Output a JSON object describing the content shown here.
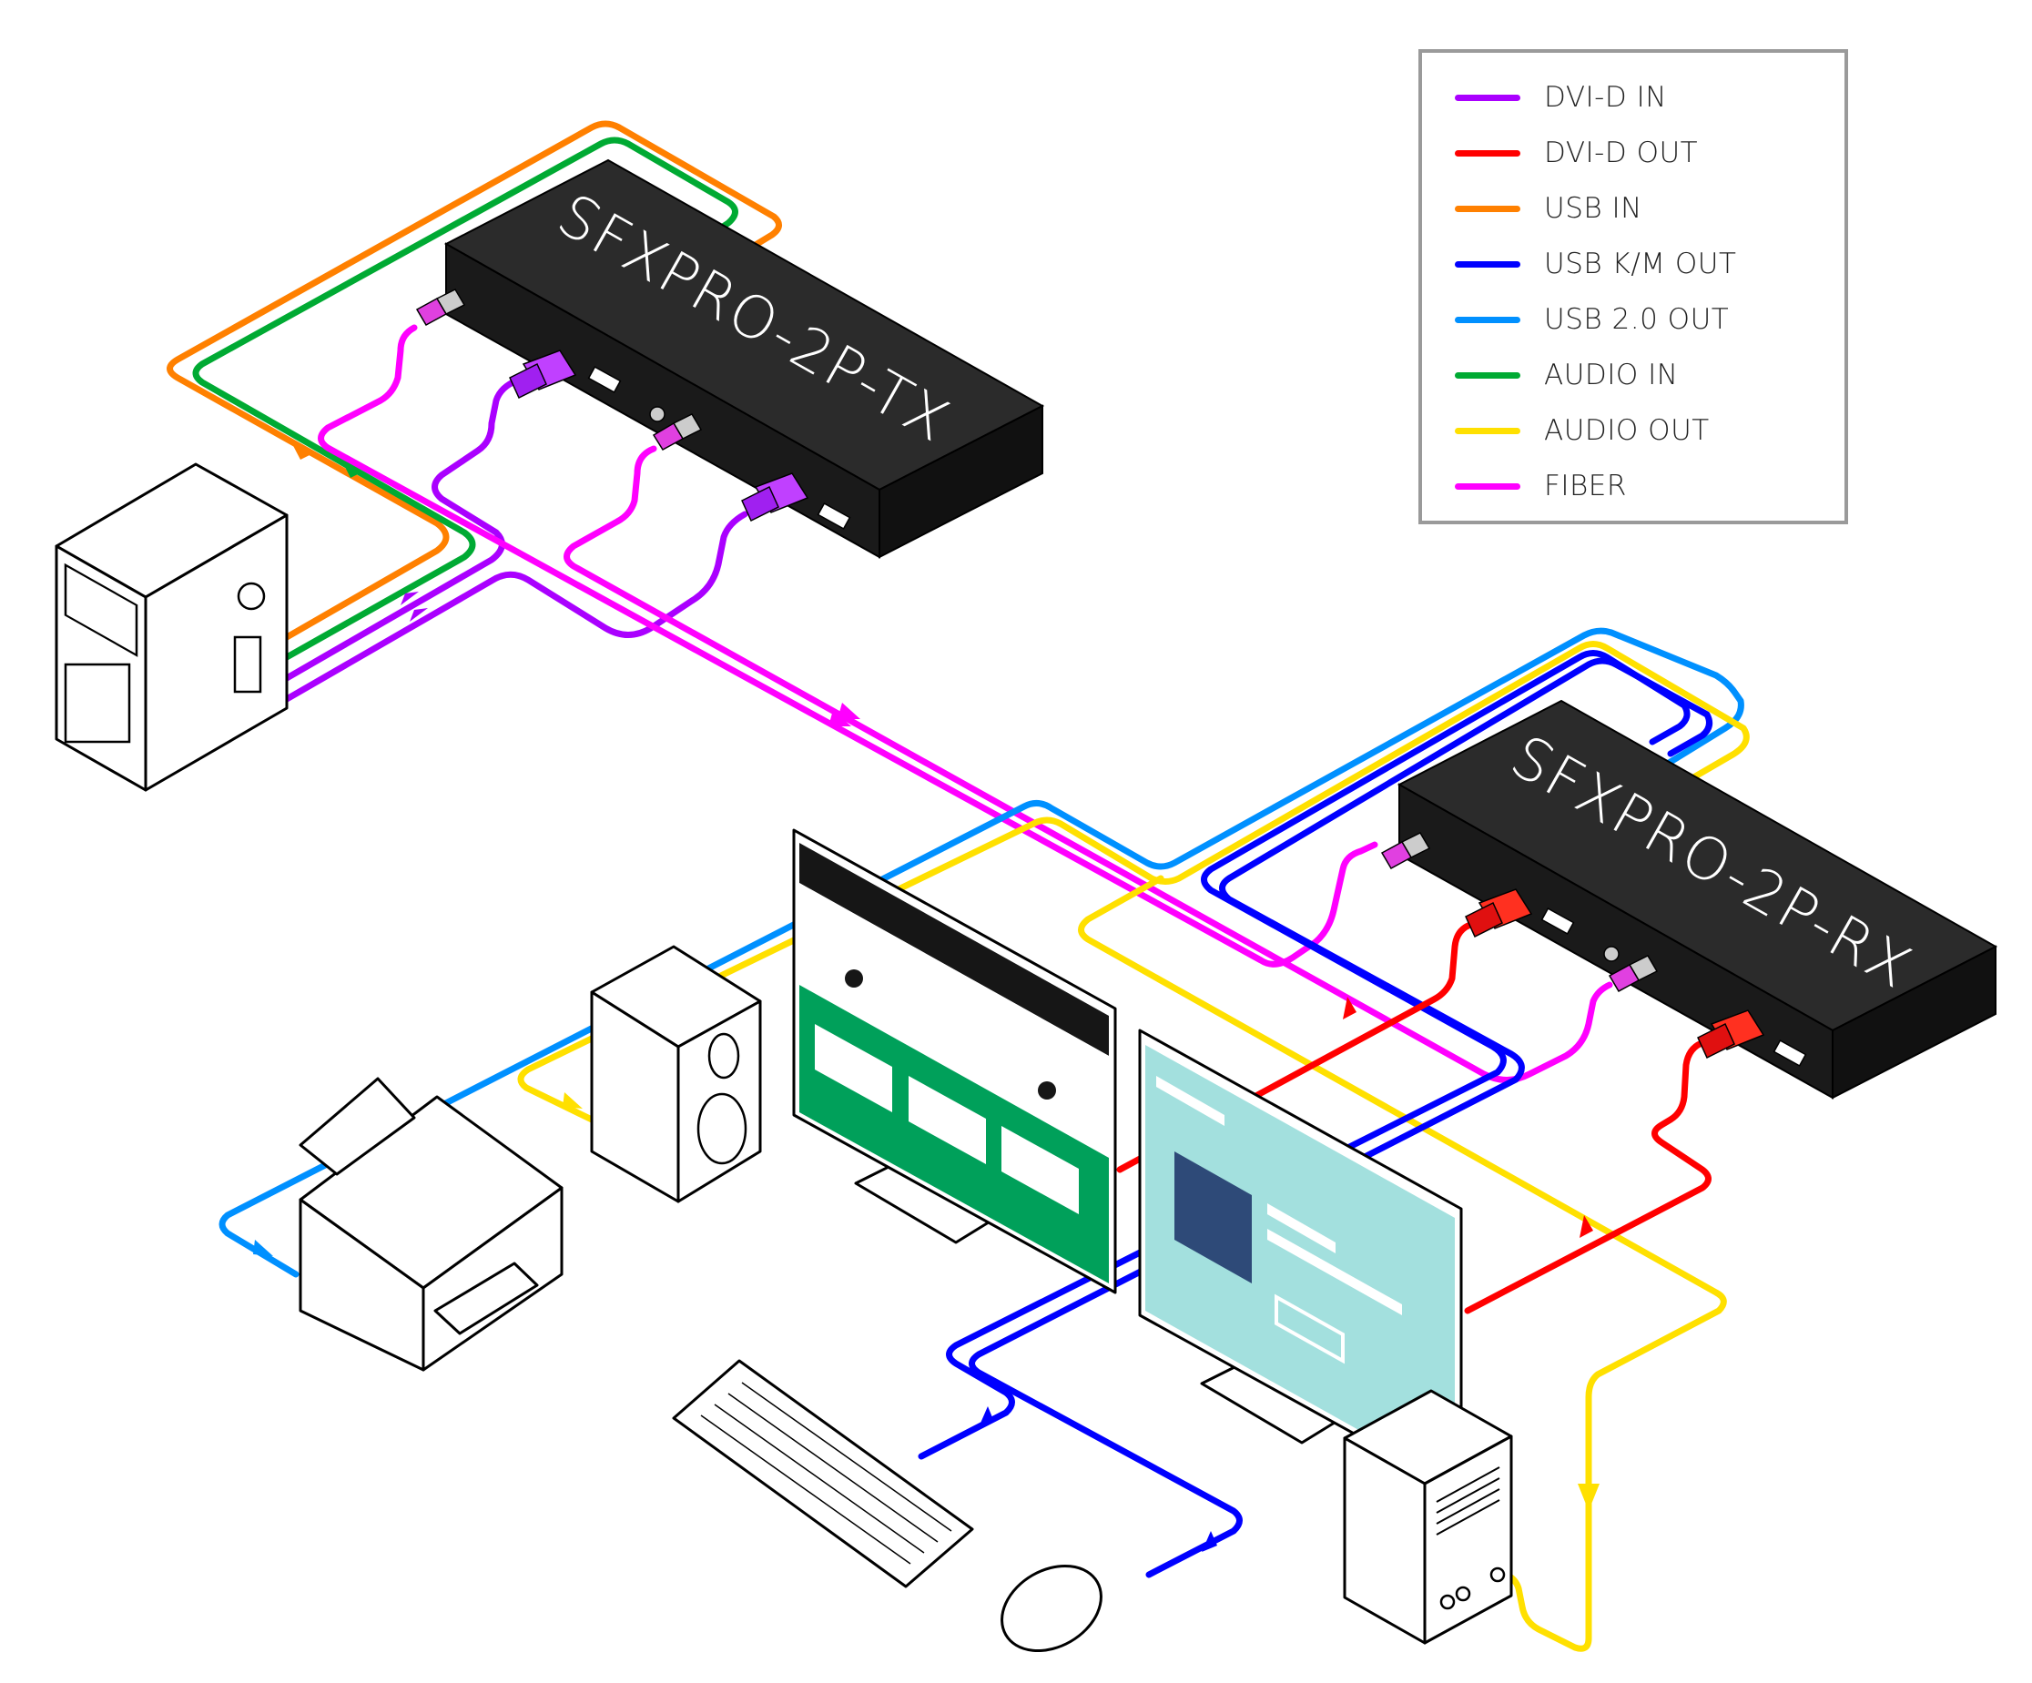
{
  "legend": {
    "items": [
      {
        "label": "DVI-D IN",
        "color": "#aa00ff"
      },
      {
        "label": "DVI-D OUT",
        "color": "#ff0000"
      },
      {
        "label": "USB IN",
        "color": "#ff8000"
      },
      {
        "label": "USB K/M OUT",
        "color": "#0000ff"
      },
      {
        "label": "USB 2.0 OUT",
        "color": "#0090ff"
      },
      {
        "label": "AUDIO IN",
        "color": "#00aa33"
      },
      {
        "label": "AUDIO OUT",
        "color": "#ffe000"
      },
      {
        "label": "FIBER",
        "color": "#ff00ff"
      }
    ]
  },
  "devices": {
    "tx": {
      "label": "SFXPRO-2P-TX"
    },
    "rx": {
      "label": "SFXPRO-2P-RX"
    },
    "source_pc": {
      "label": "Source computer"
    },
    "monitor_1": {
      "label": "Monitor 1"
    },
    "monitor_2": {
      "label": "Monitor 2"
    },
    "printer": {
      "label": "Printer"
    },
    "speaker": {
      "label": "Speaker"
    },
    "keyboard": {
      "label": "Keyboard"
    },
    "mouse": {
      "label": "Mouse"
    },
    "amplifier": {
      "label": "Audio receiver"
    }
  },
  "colors": {
    "device_body": "#1c1c1c",
    "device_top": "#2b2b2b",
    "screen1_green": "#00a05a",
    "screen1_light_green": "#aaffbb",
    "screen2_teal": "#a3e0de",
    "screen2_navy": "#2e4a78"
  }
}
